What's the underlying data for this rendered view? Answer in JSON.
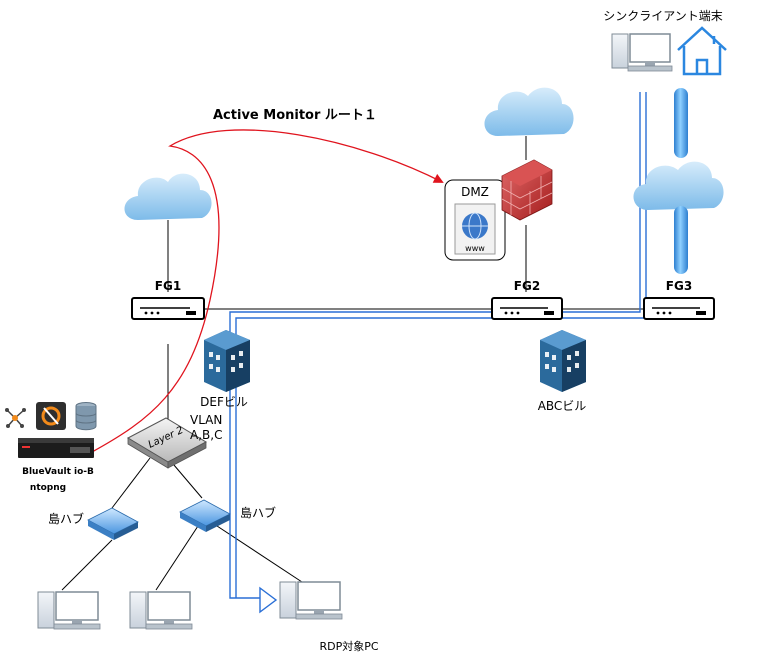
{
  "labels": {
    "thin_client": "シンクライアント端末",
    "route_label": "Active Monitor ルート１",
    "dmz": "DMZ",
    "www": "www",
    "fg1": "FG1",
    "fg2": "FG2",
    "fg3": "FG3",
    "def_building": "DEFビル",
    "abc_building": "ABCビル",
    "vlan": "VLAN",
    "vlan_ids": "A,B,C",
    "layer2": "Layer 2",
    "bluevault_line1": "BlueVault io-B",
    "bluevault_line2": "ntopng",
    "hub_left": "島ハブ",
    "hub_right": "島ハブ",
    "rdp_pc": "RDP対象PC"
  },
  "colors": {
    "route_red": "#e0141e",
    "vpn_blue": "#2a6fd6",
    "cloud_blue": "#8fc6ee",
    "building_blue": "#1f5b8f",
    "tube_blue": "#3d9ee6"
  }
}
